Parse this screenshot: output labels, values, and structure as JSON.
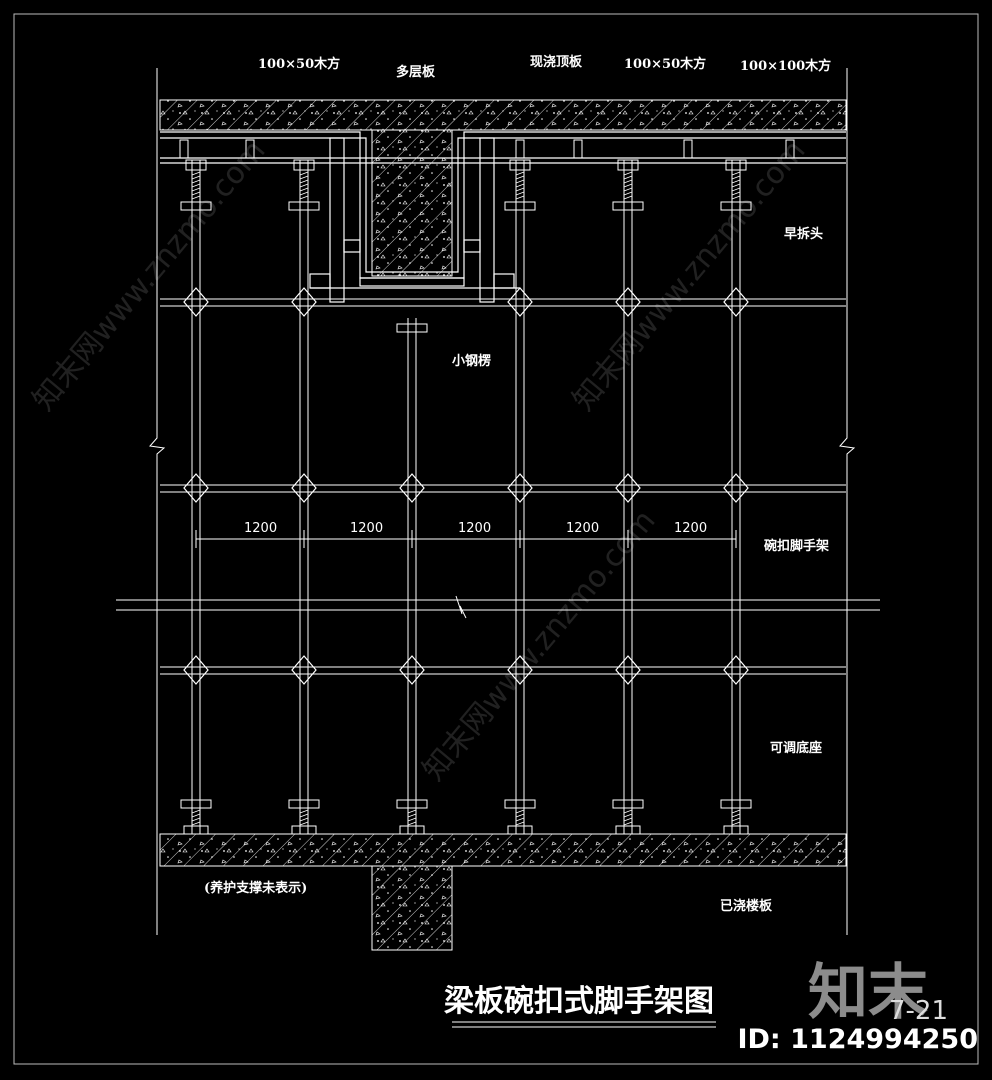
{
  "labels": {
    "timber_left": "100×50木方",
    "plywood": "多层板",
    "cast_slab": "现浇顶板",
    "timber_mid": "100×50木方",
    "timber_right": "100×100木方",
    "early_strip_head": "早拆头",
    "small_steel_beam": "小钢楞",
    "scaffold": "碗扣脚手架",
    "adjustable_base": "可调底座",
    "support_note": "(养护支撑未表示)",
    "poured_floor": "已浇楼板"
  },
  "dimensions": [
    "1200",
    "1200",
    "1200",
    "1200",
    "1200"
  ],
  "title": "梁板碗扣式脚手架图",
  "sheet_number": "7-21",
  "watermark": {
    "brand": "知末",
    "id_text": "ID: 1124994250",
    "site_text": "知末网www.znzmo.com"
  },
  "colors": {
    "background": "#000000",
    "lines": "#ffffff"
  }
}
